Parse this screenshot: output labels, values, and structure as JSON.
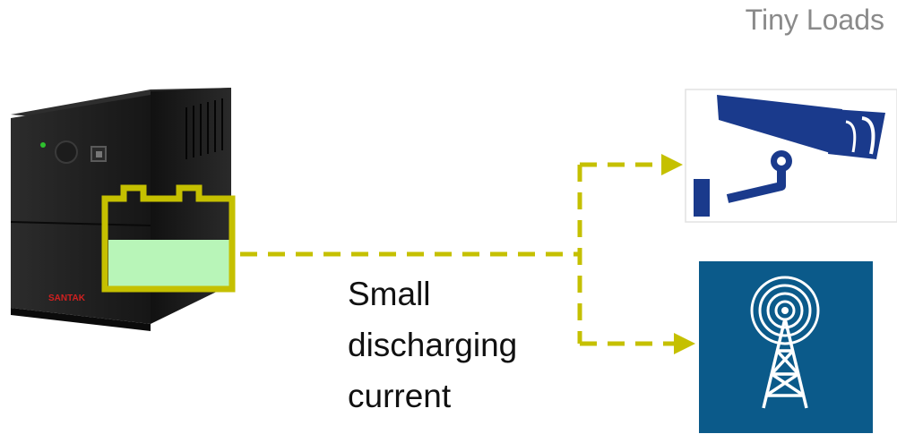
{
  "title": "Tiny Loads",
  "ups": {
    "brand": "SANTAK",
    "icon": "ups-device-icon"
  },
  "battery": {
    "icon": "battery-icon",
    "charge_fraction": 0.55
  },
  "loads": [
    {
      "icon": "security-camera-icon"
    },
    {
      "icon": "radio-tower-icon"
    }
  ],
  "caption": {
    "line1": "Small",
    "line2": "discharging",
    "line3": "current"
  },
  "colors": {
    "flow": "#c5c000",
    "battery_outline": "#c5c000",
    "battery_fill": "#b8f5b8",
    "camera_blue": "#1a3a8c",
    "tower_bg": "#0b5a8a",
    "ups_body": "#202020"
  }
}
